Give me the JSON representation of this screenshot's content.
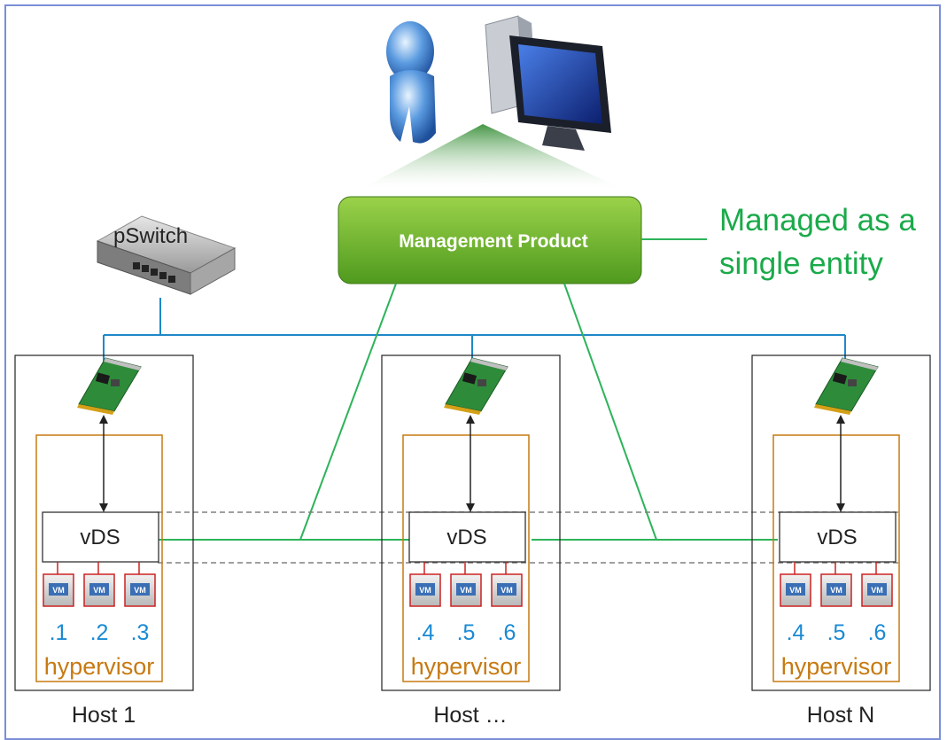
{
  "management": {
    "label": "Management Product",
    "caption_line1": "Managed as a",
    "caption_line2": "single entity",
    "caption_color": "#1aaa4a"
  },
  "pswitch": {
    "label": "pSwitch"
  },
  "vds_label": "vDS",
  "vm_label": "VM",
  "hypervisor_label": "hypervisor",
  "colors": {
    "uplink": "#1e88c8",
    "mgmt_line": "#2db35a",
    "hypervisor_border": "#c77a12",
    "vm_ip": "#1a8ad4",
    "vm_border": "#cc2222"
  },
  "hosts": [
    {
      "name": "Host 1",
      "vms": [
        ".1",
        ".2",
        ".3"
      ]
    },
    {
      "name": "Host …",
      "vms": [
        ".4",
        ".5",
        ".6"
      ]
    },
    {
      "name": "Host N",
      "vms": [
        ".4",
        ".5",
        ".6"
      ]
    }
  ],
  "icons": [
    "user-icon",
    "computer-icon",
    "network-switch-icon",
    "network-card-icon",
    "vm-icon"
  ]
}
